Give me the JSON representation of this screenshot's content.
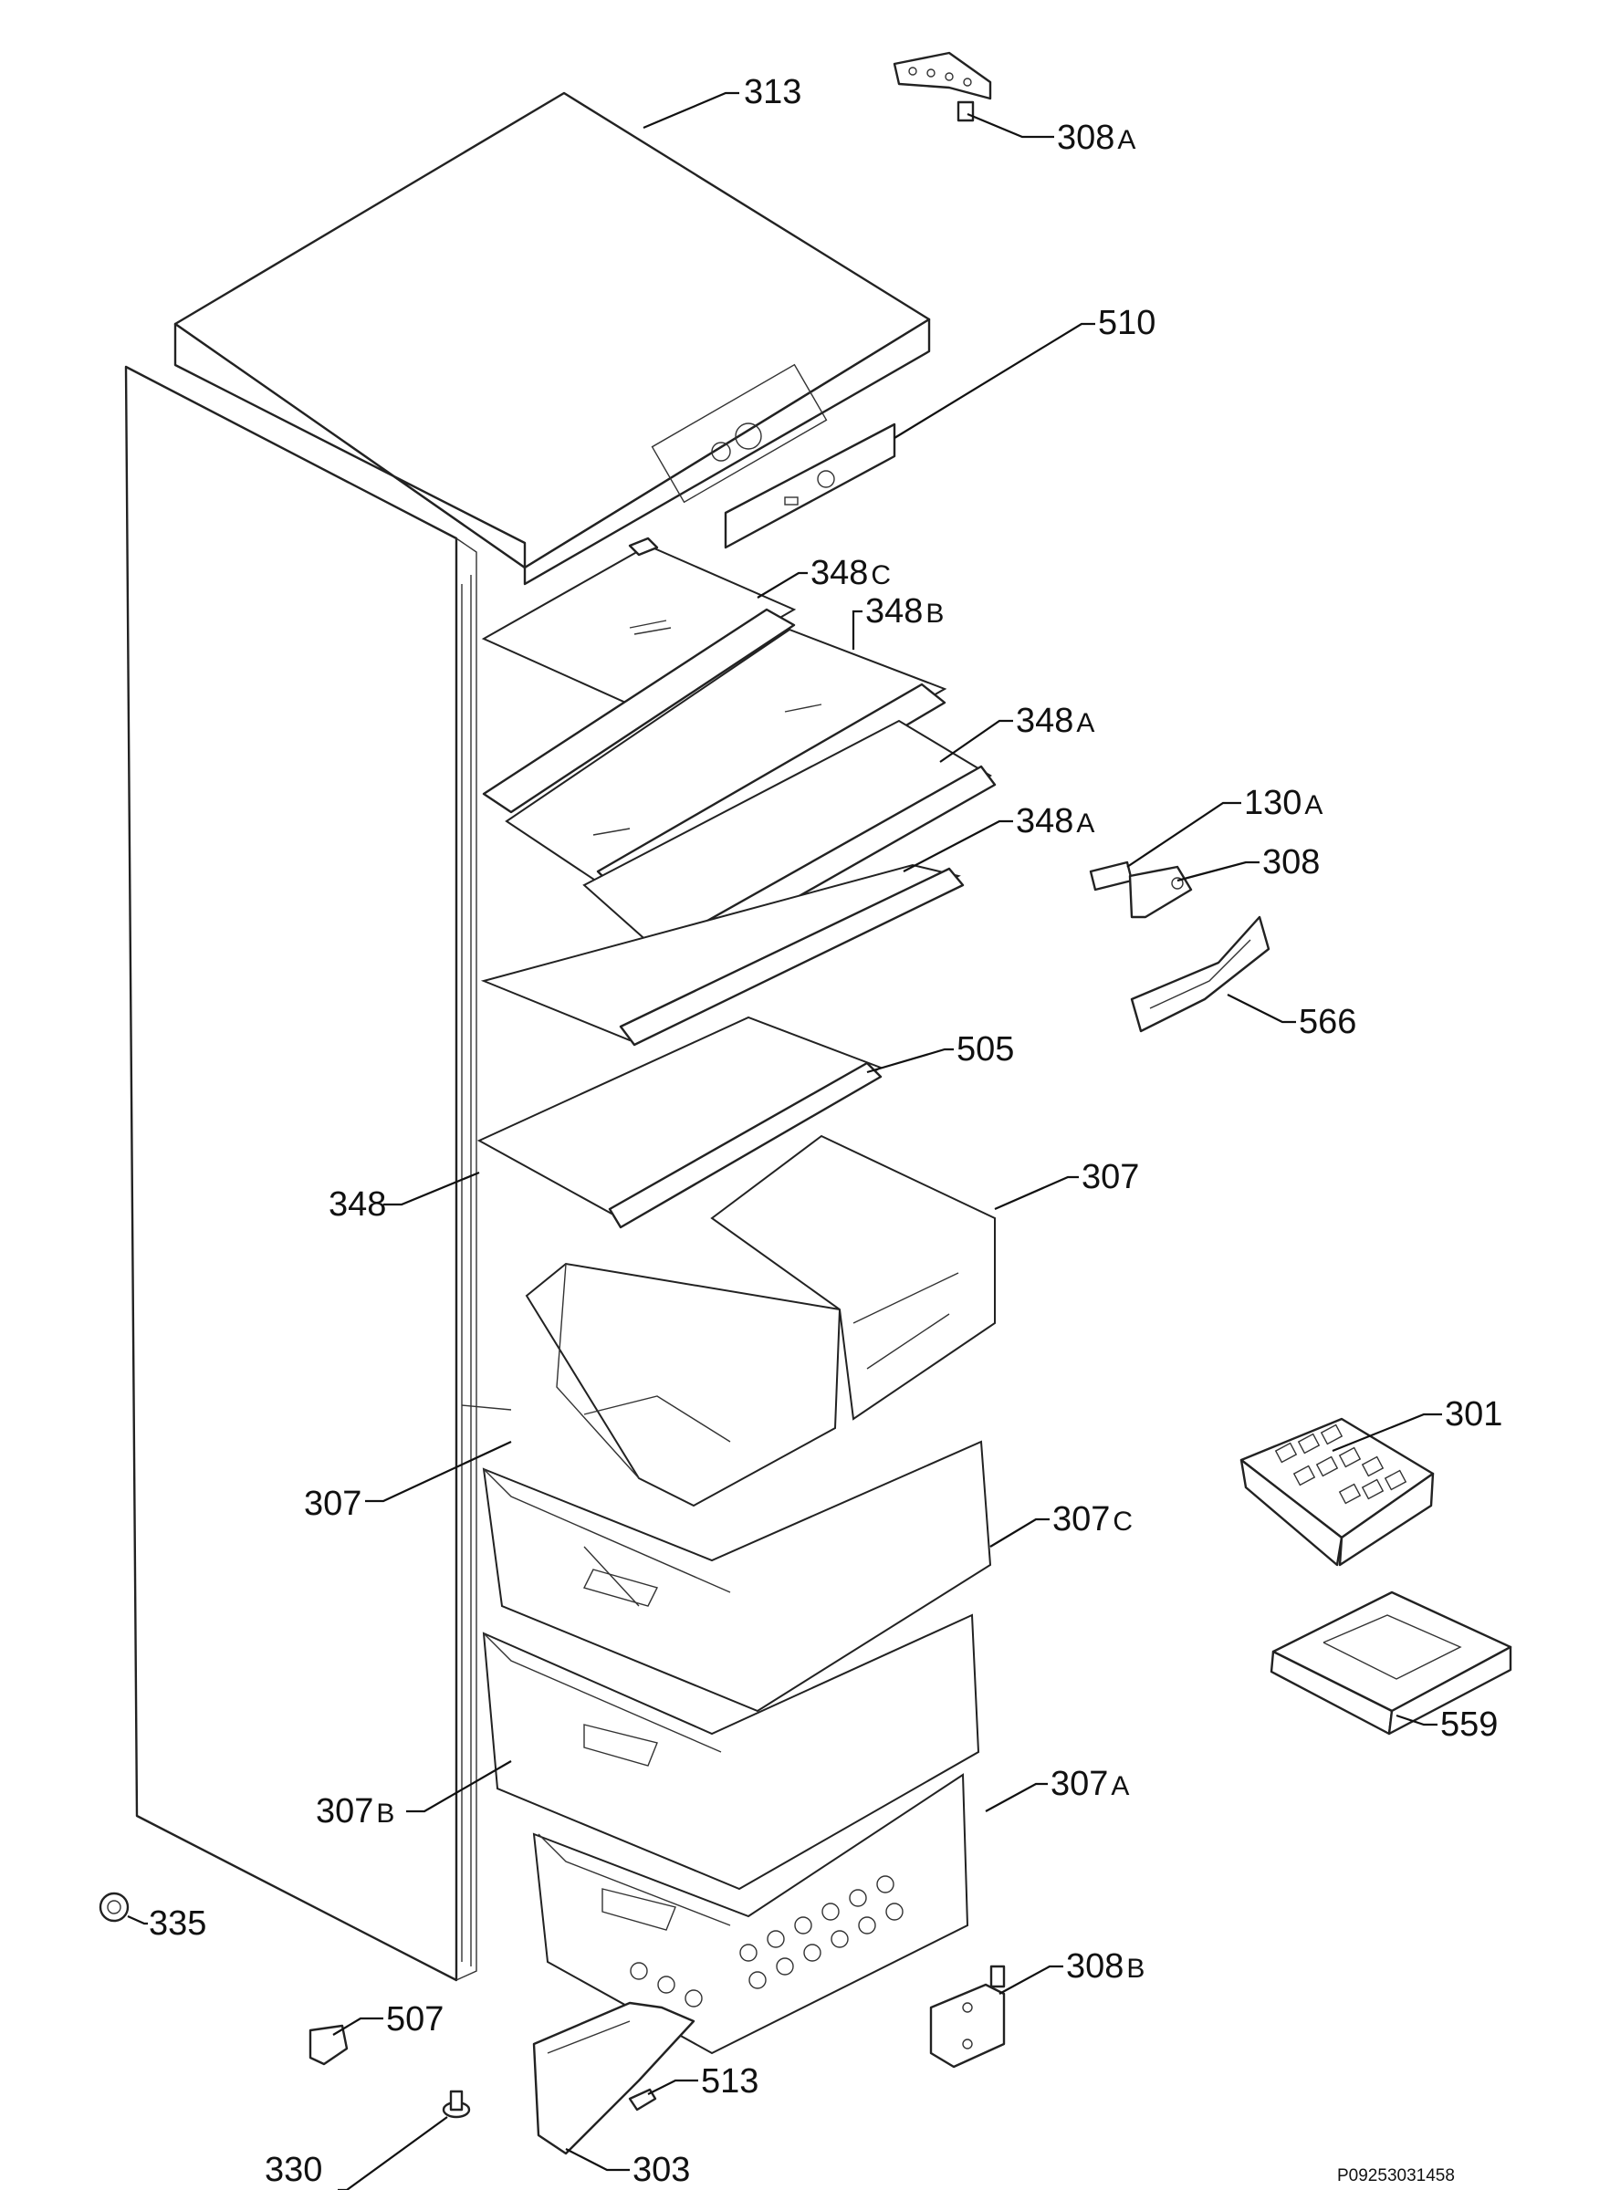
{
  "diagram_code": "P09253031458",
  "labels": [
    {
      "num": "313",
      "suffix": ""
    },
    {
      "num": "308",
      "suffix": "A"
    },
    {
      "num": "510",
      "suffix": ""
    },
    {
      "num": "348",
      "suffix": "C"
    },
    {
      "num": "348",
      "suffix": "B"
    },
    {
      "num": "348",
      "suffix": "A"
    },
    {
      "num": "348",
      "suffix": "A"
    },
    {
      "num": "130",
      "suffix": "A"
    },
    {
      "num": "308",
      "suffix": ""
    },
    {
      "num": "566",
      "suffix": ""
    },
    {
      "num": "505",
      "suffix": ""
    },
    {
      "num": "307",
      "suffix": ""
    },
    {
      "num": "348",
      "suffix": ""
    },
    {
      "num": "301",
      "suffix": ""
    },
    {
      "num": "307",
      "suffix": ""
    },
    {
      "num": "307",
      "suffix": "C"
    },
    {
      "num": "559",
      "suffix": ""
    },
    {
      "num": "307",
      "suffix": "B"
    },
    {
      "num": "307",
      "suffix": "A"
    },
    {
      "num": "335",
      "suffix": ""
    },
    {
      "num": "308",
      "suffix": "B"
    },
    {
      "num": "507",
      "suffix": ""
    },
    {
      "num": "513",
      "suffix": ""
    },
    {
      "num": "330",
      "suffix": ""
    },
    {
      "num": "303",
      "suffix": ""
    }
  ]
}
